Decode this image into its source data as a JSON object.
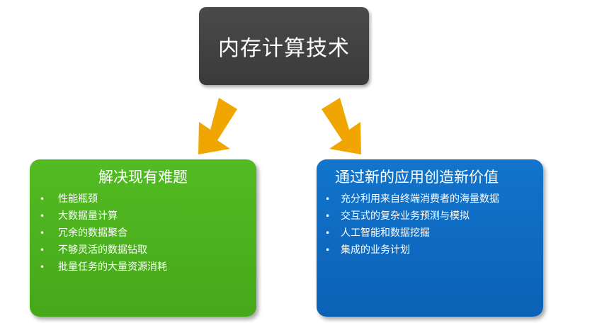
{
  "top": {
    "title": "内存计算技术"
  },
  "left_panel": {
    "title": "解决现有难题",
    "items": [
      "性能瓶颈",
      "大数据量计算",
      "冗余的数据聚合",
      "不够灵活的数据钻取",
      "批量任务的大量资源消耗"
    ]
  },
  "right_panel": {
    "title": "通过新的应用创造新价值",
    "items": [
      "充分利用来自终端消费者的海量数据",
      "交互式的复杂业务预测与模拟",
      "人工智能和数据挖掘",
      "集成的业务计划"
    ]
  },
  "colors": {
    "top_box": "#404040",
    "left_panel": "#4cb11e",
    "right_panel": "#0f6bc1",
    "arrow": "#f0a500"
  },
  "bullet_symbol": "•"
}
